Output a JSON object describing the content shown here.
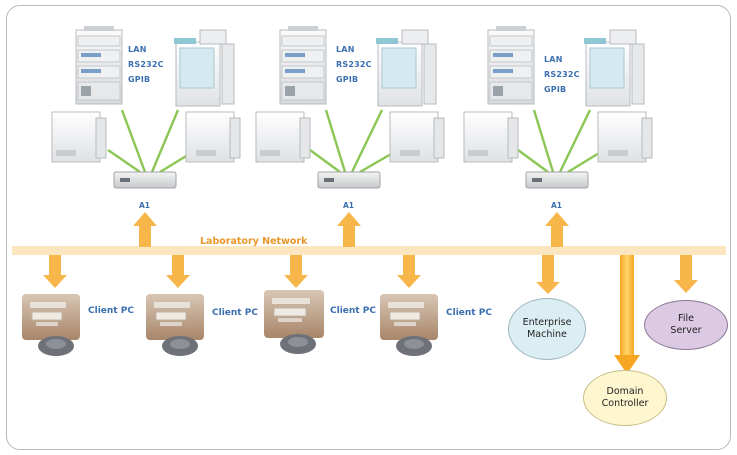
{
  "network": {
    "label": "Laboratory Network"
  },
  "instrument_groups": [
    {
      "interfaces": [
        "LAN",
        "RS232C",
        "GPIB"
      ],
      "controller_label": "A1"
    },
    {
      "interfaces": [
        "LAN",
        "RS232C",
        "GPIB"
      ],
      "controller_label": "A1"
    },
    {
      "interfaces": [
        "LAN",
        "RS232C",
        "GPIB"
      ],
      "controller_label": "A1"
    }
  ],
  "client_pcs": [
    {
      "label": "Client PC"
    },
    {
      "label": "Client PC"
    },
    {
      "label": "Client PC"
    },
    {
      "label": "Client PC"
    }
  ],
  "servers": {
    "enterprise": {
      "line1": "Enterprise",
      "line2": "Machine"
    },
    "domain": {
      "line1": "Domain",
      "line2": "Controller"
    },
    "file": {
      "line1": "File",
      "line2": "Server"
    }
  },
  "colors": {
    "network_band": "#fbe6bf",
    "arrow": "#f7b64a",
    "connection_line": "#8cc654",
    "label_blue": "#3b6fb0",
    "enterprise_fill": "#dbeef3",
    "domain_fill": "#fdf6cf",
    "file_fill": "#dcc9e4"
  }
}
